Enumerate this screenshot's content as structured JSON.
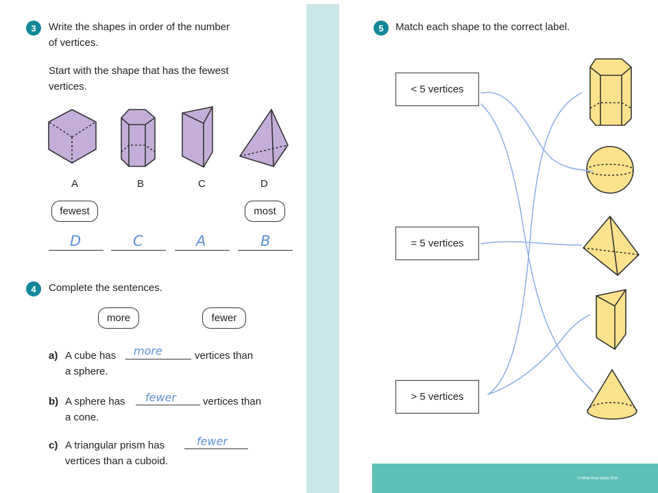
{
  "q3": {
    "number": "3",
    "instruction": [
      "Write the shapes in order of the number",
      "of vertices."
    ],
    "start_note": [
      "Start with the shape that has the fewest",
      "vertices."
    ],
    "shape_labels": [
      "A",
      "B",
      "C",
      "D"
    ],
    "fewest_label": "fewest",
    "most_label": "most",
    "answers": [
      "D",
      "C",
      "A",
      "B"
    ]
  },
  "q4": {
    "number": "4",
    "instruction": "Complete the sentences.",
    "word_options": [
      "more",
      "fewer"
    ],
    "sentences": [
      {
        "letter": "a)",
        "before": "A cube has",
        "answer": "more",
        "after": "vertices than",
        "line2": "a sphere."
      },
      {
        "letter": "b)",
        "before": "A sphere has",
        "answer": "fewer",
        "after": "vertices than",
        "line2": "a cone."
      },
      {
        "letter": "c)",
        "before": "A triangular prism has",
        "answer": "fewer",
        "after": "",
        "line2": "vertices than a cuboid."
      }
    ]
  },
  "q5": {
    "number": "5",
    "instruction": "Match each shape to the correct label.",
    "labels": [
      "< 5 vertices",
      "= 5 vertices",
      "> 5 vertices"
    ]
  },
  "footer": {
    "copyright": "© White Rose Maths 2019"
  },
  "colors": {
    "accent": "#14879b",
    "teal_band": "#c8e6e7",
    "footer_bar": "#5fc0b8",
    "purple_shape": "#c4aed9",
    "yellow_shape": "#fce28c",
    "handwriting": "#5b8fd6"
  }
}
